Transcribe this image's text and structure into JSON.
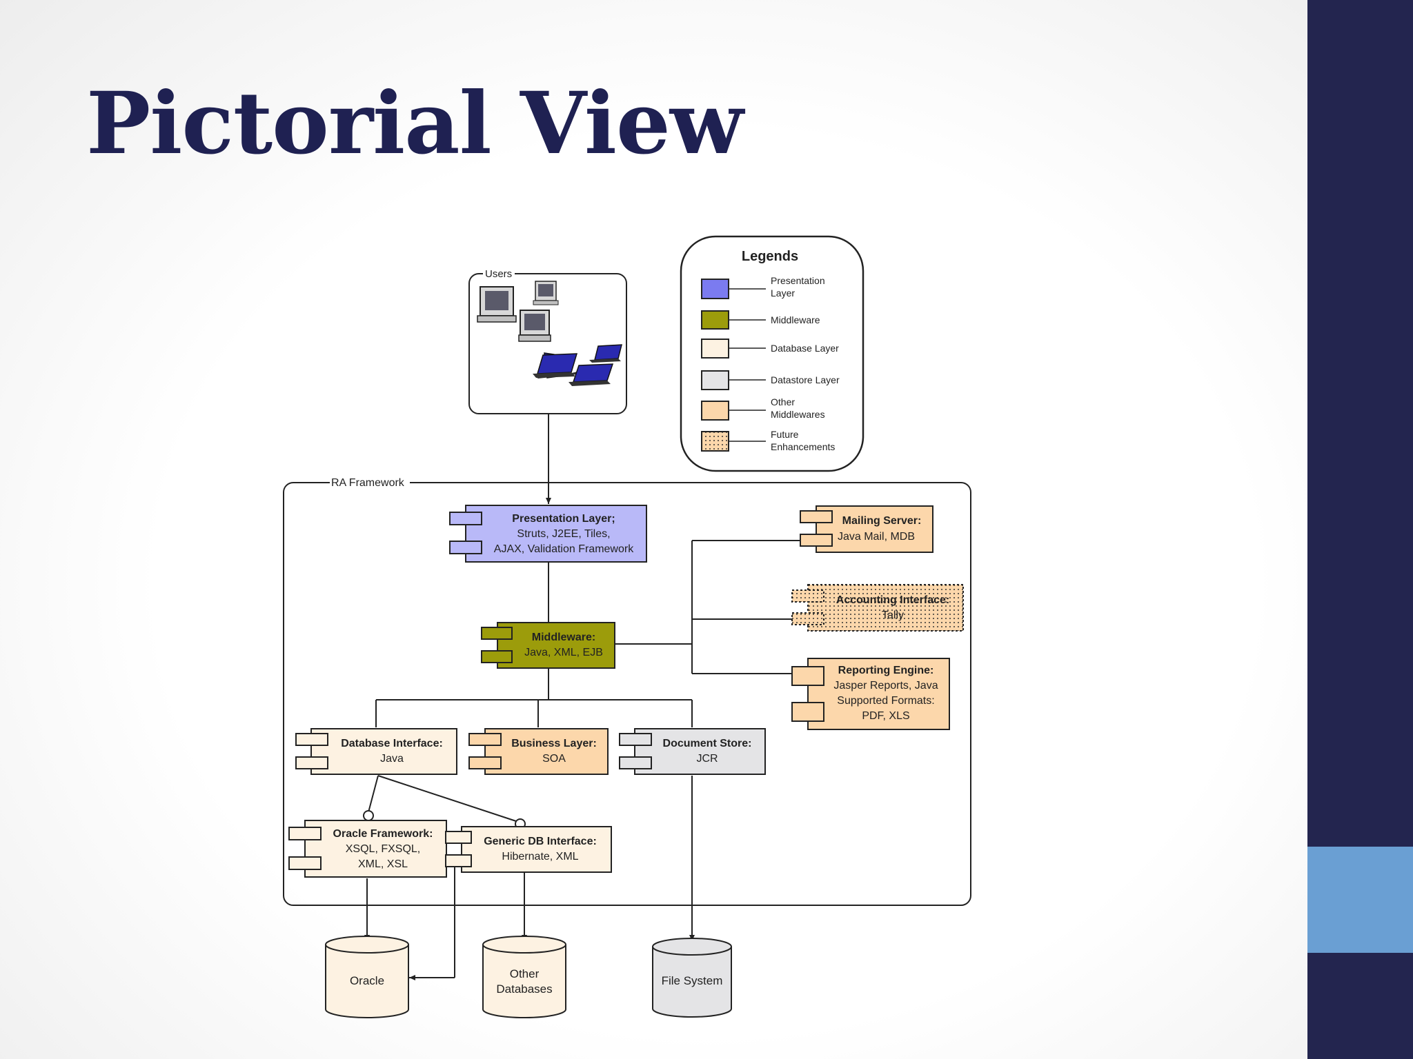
{
  "title": "Pictorial View",
  "colors": {
    "presentation": "#b9b9f8",
    "middleware": "#9c9c0b",
    "database": "#fdf2e2",
    "datastore": "#e4e4e6",
    "other_middleware": "#fcd7ab",
    "title": "#1f2152",
    "band": "#23254f",
    "band_accent": "#6a9fd3"
  },
  "legend": {
    "heading": "Legends",
    "items": [
      {
        "line1": "Presentation",
        "line2": "Layer"
      },
      {
        "line1": "Middleware",
        "line2": ""
      },
      {
        "line1": "Database Layer",
        "line2": ""
      },
      {
        "line1": "Datastore Layer",
        "line2": ""
      },
      {
        "line1": "Other",
        "line2": "Middlewares"
      },
      {
        "line1": "Future",
        "line2": "Enhancements"
      }
    ]
  },
  "users_label": "Users",
  "framework_label": "RA Framework",
  "components": {
    "presentation": {
      "title": "Presentation Layer;",
      "line1": "Struts, J2EE, Tiles,",
      "line2": "AJAX, Validation Framework"
    },
    "middleware": {
      "title": "Middleware:",
      "line1": "Java, XML, EJB"
    },
    "mailing": {
      "title": "Mailing Server:",
      "line1": "Java Mail, MDB"
    },
    "accounting": {
      "title": "Accounting Interface:",
      "line1": "Tally"
    },
    "reporting": {
      "title": "Reporting Engine:",
      "line1": "Jasper Reports, Java",
      "line2": "Supported Formats:",
      "line3": "PDF, XLS"
    },
    "db_interface": {
      "title": "Database Interface:",
      "line1": "Java"
    },
    "business": {
      "title": "Business Layer:",
      "line1": "SOA"
    },
    "document": {
      "title": "Document Store:",
      "line1": "JCR"
    },
    "oracle_fw": {
      "title": "Oracle Framework:",
      "line1": "XSQL, FXSQL,",
      "line2": "XML, XSL"
    },
    "generic_db": {
      "title": "Generic DB Interface:",
      "line1": "Hibernate, XML"
    }
  },
  "databases": {
    "oracle": {
      "line1": "Oracle"
    },
    "other": {
      "line1": "Other",
      "line2": "Databases"
    },
    "file_system": {
      "line1": "File System"
    }
  }
}
